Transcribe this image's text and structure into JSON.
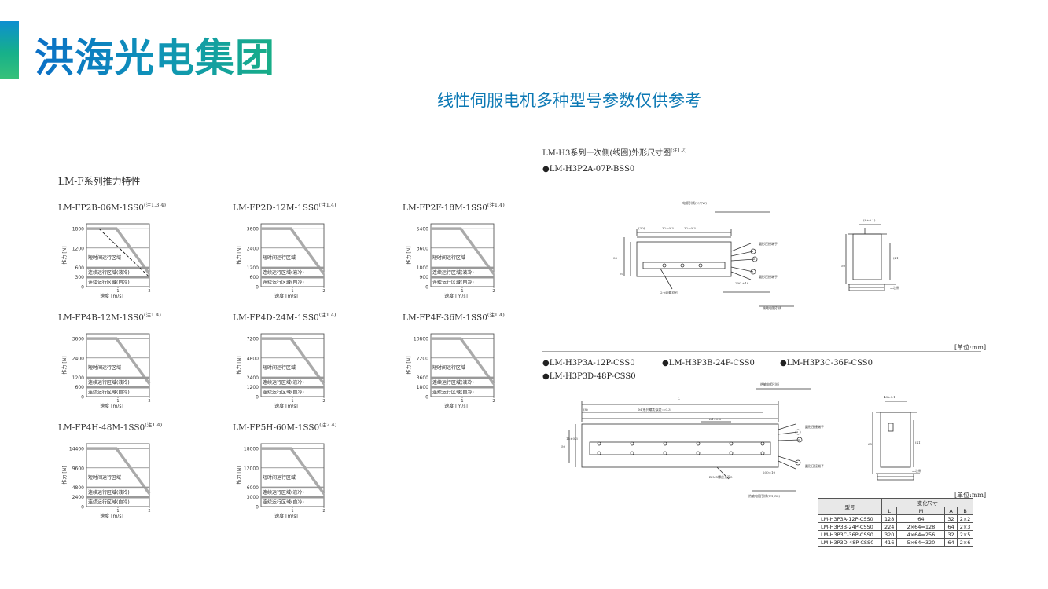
{
  "header": {
    "brand": "洪海光电集团",
    "subtitle": "线性伺服电机多种型号参数仅供参考"
  },
  "left_section": {
    "title": "LM-F系列推力特性"
  },
  "charts": [
    {
      "model": "LM-FP2B-06M-1SS0",
      "note": "(注1.3.4)",
      "yticks": [
        "1800",
        "1200",
        "600",
        "300",
        "0"
      ],
      "yvals": [
        1800,
        1200,
        600,
        300,
        0
      ],
      "ymax": 1950,
      "xlabel": "速度 [m/s]",
      "ylabel": "推力 [N]",
      "xticks": [
        "1",
        "2"
      ],
      "dashed": true,
      "regions": {
        "short": "短时间运行区域",
        "liquid": "连续运行区域(液冷)",
        "self": "连续运行区域(自冷)"
      }
    },
    {
      "model": "LM-FP2D-12M-1SS0",
      "note": "(注1.4)",
      "yticks": [
        "3600",
        "2400",
        "1200",
        "600",
        "0"
      ],
      "yvals": [
        3600,
        2400,
        1200,
        600,
        0
      ],
      "ymax": 3900,
      "xlabel": "速度 [m/s]",
      "ylabel": "推力 [N]",
      "xticks": [
        "1",
        "2"
      ],
      "dashed": false,
      "regions": {
        "short": "短时间运行区域",
        "liquid": "连续运行区域(液冷)",
        "self": "连续运行区域(自冷)"
      }
    },
    {
      "model": "LM-FP2F-18M-1SS0",
      "note": "(注1.4)",
      "yticks": [
        "5400",
        "3600",
        "1800",
        "900",
        "0"
      ],
      "yvals": [
        5400,
        3600,
        1800,
        900,
        0
      ],
      "ymax": 5850,
      "xlabel": "速度 [m/s]",
      "ylabel": "推力 [N]",
      "xticks": [
        "1",
        "2"
      ],
      "dashed": false,
      "regions": {
        "short": "短时间运行区域",
        "liquid": "连续运行区域(液冷)",
        "self": "连续运行区域(自冷)"
      }
    },
    {
      "model": "LM-FP4B-12M-1SS0",
      "note": "(注1.4)",
      "yticks": [
        "3600",
        "2400",
        "1200",
        "600",
        "0"
      ],
      "yvals": [
        3600,
        2400,
        1200,
        600,
        0
      ],
      "ymax": 3900,
      "xlabel": "速度 [m/s]",
      "ylabel": "推力 [N]",
      "xticks": [
        "1",
        "2"
      ],
      "dashed": false,
      "regions": {
        "short": "短时间运行区域",
        "liquid": "连续运行区域(液冷)",
        "self": "连续运行区域(自冷)"
      }
    },
    {
      "model": "LM-FP4D-24M-1SS0",
      "note": "(注1.4)",
      "yticks": [
        "7200",
        "4800",
        "2400",
        "1200",
        "0"
      ],
      "yvals": [
        7200,
        4800,
        2400,
        1200,
        0
      ],
      "ymax": 7800,
      "xlabel": "速度 [m/s]",
      "ylabel": "推力 [N]",
      "xticks": [
        "1",
        "2"
      ],
      "dashed": false,
      "regions": {
        "short": "短时间运行区域",
        "liquid": "连续运行区域(液冷)",
        "self": "连续运行区域(自冷)"
      }
    },
    {
      "model": "LM-FP4F-36M-1SS0",
      "note": "(注1.4)",
      "yticks": [
        "10800",
        "7200",
        "3600",
        "1800",
        "0"
      ],
      "yvals": [
        10800,
        7200,
        3600,
        1800,
        0
      ],
      "ymax": 11700,
      "xlabel": "速度 [m/s]",
      "ylabel": "推力 [N]",
      "xticks": [
        "1",
        "2"
      ],
      "dashed": false,
      "regions": {
        "short": "短时间运行区域",
        "liquid": "连续运行区域(液冷)",
        "self": "连续运行区域(自冷)"
      }
    },
    {
      "model": "LM-FP4H-48M-1SS0",
      "note": "(注1.4)",
      "yticks": [
        "14400",
        "9600",
        "4800",
        "2400",
        "0"
      ],
      "yvals": [
        14400,
        9600,
        4800,
        2400,
        0
      ],
      "ymax": 15600,
      "xlabel": "速度 [m/s]",
      "ylabel": "推力 [N]",
      "xticks": [
        "1",
        "2"
      ],
      "dashed": false,
      "regions": {
        "short": "短时间运行区域",
        "liquid": "连续运行区域(液冷)",
        "self": "连续运行区域(自冷)"
      }
    },
    {
      "model": "LM-FP5H-60M-1SS0",
      "note": "(注2.4)",
      "yticks": [
        "18000",
        "12000",
        "6000",
        "3000",
        "0"
      ],
      "yvals": [
        18000,
        12000,
        6000,
        3000,
        0
      ],
      "ymax": 19500,
      "xlabel": "速度 [m/s]",
      "ylabel": "推力 [N]",
      "xticks": [
        "1",
        "2"
      ],
      "dashed": false,
      "regions": {
        "short": "短时间运行区域",
        "liquid": "连续运行区域(液冷)",
        "self": "连续运行区域(自冷)"
      }
    }
  ],
  "right_section": {
    "title": "LM-H3系列一次侧(线圈)外形尺寸图",
    "title_note": "(注1.2)",
    "model_a": "●LM-H3P2A-07P-BSS0",
    "unit_a": "[单位:mm]",
    "models_b": [
      "●LM-H3P3A-12P-CSS0",
      "●LM-H3P3B-24P-CSS0",
      "●LM-H3P3C-36P-CSS0",
      "●LM-H3P3D-48P-CSS0"
    ],
    "unit_b": "[单位:mm]"
  },
  "spec_table": {
    "header_model": "型号",
    "header_group": "变化尺寸",
    "columns": [
      "L",
      "M",
      "A",
      "B"
    ],
    "rows": [
      [
        "LM-H3P3A-12P-CSS0",
        "128",
        "64",
        "32",
        "2×2"
      ],
      [
        "LM-H3P3B-24P-CSS0",
        "224",
        "2×64=128",
        "64",
        "2×3"
      ],
      [
        "LM-H3P3C-36P-CSS0",
        "320",
        "4×64=256",
        "32",
        "2×5"
      ],
      [
        "LM-H3P3D-48P-CSS0",
        "416",
        "5×64=320",
        "64",
        "2×6"
      ]
    ]
  }
}
